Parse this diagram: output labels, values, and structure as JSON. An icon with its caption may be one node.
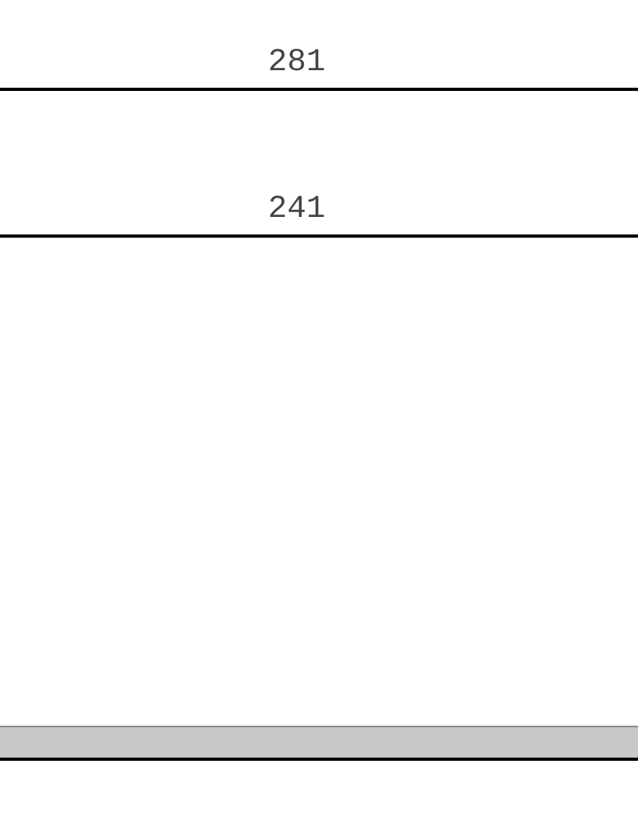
{
  "diagram": {
    "nodes": [
      {
        "text": [],
        "shape": "bar"
      }
    ],
    "labels": [
      "281",
      "241"
    ]
  }
}
